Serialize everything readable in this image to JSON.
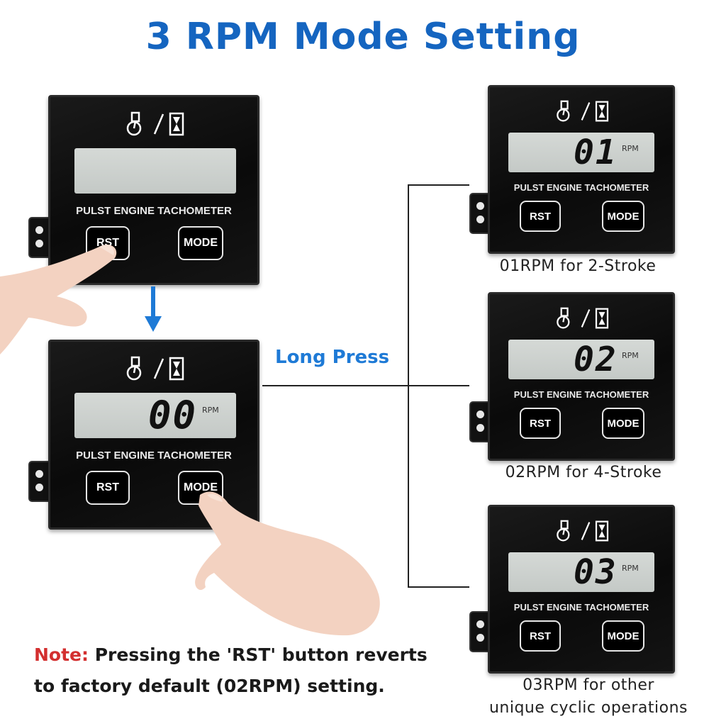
{
  "title": "3 RPM Mode Setting",
  "device_label": "PULST ENGINE TACHOMETER",
  "buttons": {
    "rst": "RST",
    "mode": "MODE"
  },
  "rpm_unit": "RPM",
  "devices": [
    {
      "id": "initial",
      "reading": ""
    },
    {
      "id": "default",
      "reading": "00"
    },
    {
      "id": "mode1",
      "reading": "01"
    },
    {
      "id": "mode2",
      "reading": "02"
    },
    {
      "id": "mode3",
      "reading": "03"
    }
  ],
  "long_press": "Long Press",
  "captions": {
    "mode1": "01RPM for 2-Stroke",
    "mode2": "02RPM for 4-Stroke",
    "mode3_line1": "03RPM for other",
    "mode3_line2": "unique cyclic operations"
  },
  "note": {
    "label": "Note:",
    "line1": " Pressing the 'RST' button reverts",
    "line2": "to factory default (02RPM) setting."
  },
  "colors": {
    "title": "#1565c0",
    "long_press": "#1e7ad6",
    "note_label": "#d32f2f",
    "arrow": "#1e7ad6"
  },
  "icons": [
    "engine-piston-icon",
    "hourglass-icon",
    "down-arrow-icon"
  ]
}
